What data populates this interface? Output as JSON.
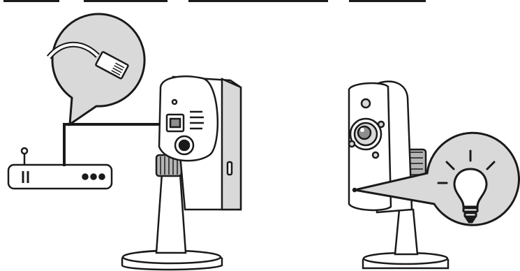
{
  "diagram": {
    "palette": {
      "ink": "#1a1a1a",
      "fill": "#ffffff",
      "shade": "#d9d9d9",
      "mid": "#b5b5b5",
      "dark": "#8e8e8e"
    },
    "items": [
      {
        "id": "router",
        "icon": "router-icon"
      },
      {
        "id": "ethernet-callout",
        "icon": "ethernet-plug-icon"
      },
      {
        "id": "camera-rear",
        "icon": "camera-rear-icon"
      },
      {
        "id": "camera-front",
        "icon": "camera-front-icon"
      },
      {
        "id": "led-callout",
        "icon": "lightbulb-icon"
      }
    ],
    "connections": [
      {
        "from": "router",
        "to": "camera-rear",
        "label": "network-cable"
      }
    ]
  }
}
